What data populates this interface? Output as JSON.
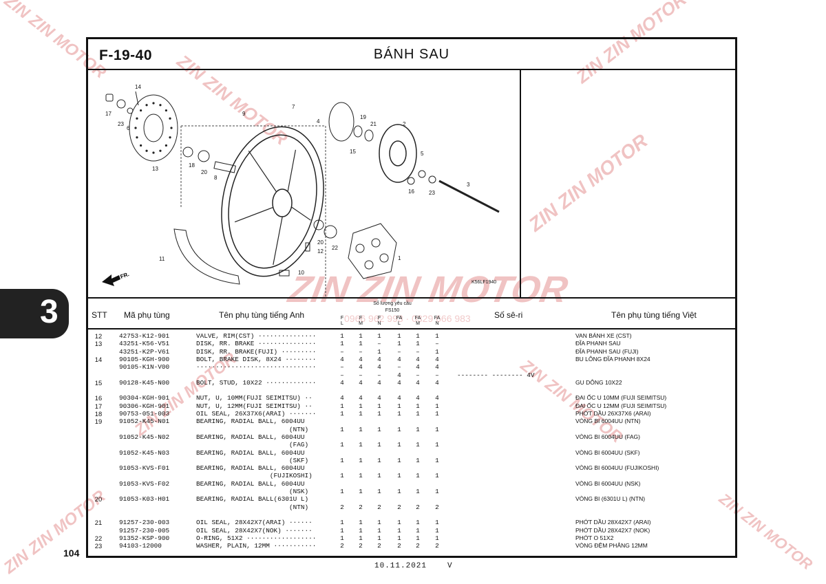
{
  "header": {
    "code": "F-19-40",
    "title": "BÁNH SAU"
  },
  "diagram": {
    "image_code": "K56LF1940",
    "direction_label": "FR.",
    "callouts": [
      "17",
      "23",
      "6",
      "14",
      "13",
      "9",
      "18",
      "20",
      "8",
      "7",
      "4",
      "19",
      "21",
      "15",
      "2",
      "5",
      "16",
      "23",
      "3",
      "20",
      "22",
      "12",
      "11",
      "10",
      "1"
    ]
  },
  "table": {
    "headers": {
      "stt": "STT",
      "part_no": "Mã phụ tùng",
      "name_en": "Tên phụ tùng tiếng Anh",
      "qty": "Số lượng yêu cầu",
      "model": "FS150",
      "serial": "Số sê-ri",
      "name_vn": "Tên phụ tùng tiếng Việt"
    },
    "qty_cols": [
      "F L",
      "F M",
      "F N",
      "FA L",
      "FA M",
      "FA N"
    ],
    "rows": [
      {
        "stt": "12",
        "pn": "42753-K12-901",
        "en": "VALVE, RIM(CST) ···············",
        "q": [
          "1",
          "1",
          "1",
          "1",
          "1",
          "1"
        ],
        "ser": "",
        "vn": "VAN BÁNH XE (CST)"
      },
      {
        "stt": "13",
        "pn": "43251-K56-V51",
        "en": "DISK, RR. BRAKE ···············",
        "q": [
          "1",
          "1",
          "–",
          "1",
          "1",
          "–"
        ],
        "ser": "",
        "vn": "ĐĨA PHANH SAU"
      },
      {
        "stt": "",
        "pn": "43251-K2P-V61",
        "en": "DISK, RR. BRAKE(FUJI) ·········",
        "q": [
          "–",
          "–",
          "1",
          "–",
          "–",
          "1"
        ],
        "ser": "",
        "vn": "ĐĨA PHANH SAU (FUJI)"
      },
      {
        "stt": "14",
        "pn": "90105-KGH-900",
        "en": "BOLT, BRAKE DISK, 8X24 ········",
        "q": [
          "4",
          "4",
          "4",
          "4",
          "4",
          "4"
        ],
        "ser": "",
        "vn": "BU LÔNG ĐĨA PHANH 8X24"
      },
      {
        "stt": "",
        "pn": "90105-K1N-V00",
        "en": "·······························",
        "q": [
          "–",
          "4",
          "4",
          "–",
          "4",
          "4"
        ],
        "ser": "",
        "vn": ""
      },
      {
        "stt": "",
        "pn": "",
        "en": "",
        "q": [
          "–",
          "–",
          "–",
          "4",
          "–",
          "–"
        ],
        "ser": "-------- -------- 4V",
        "vn": ""
      },
      {
        "stt": "15",
        "pn": "90128-K45-N00",
        "en": "BOLT, STUD, 10X22 ·············",
        "q": [
          "4",
          "4",
          "4",
          "4",
          "4",
          "4"
        ],
        "ser": "",
        "vn": "GU DÔNG 10X22"
      },
      {
        "stt": "",
        "pn": "",
        "en": "",
        "q": [
          "",
          "",
          "",
          "",
          "",
          ""
        ],
        "ser": "",
        "vn": ""
      },
      {
        "stt": "16",
        "pn": "90304-KGH-901",
        "en": "NUT, U, 10MM(FUJI SEIMITSU) ··",
        "q": [
          "4",
          "4",
          "4",
          "4",
          "4",
          "4"
        ],
        "ser": "",
        "vn": "ĐAI ỐC U 10MM (FUJI SEIMITSU)"
      },
      {
        "stt": "17",
        "pn": "90306-KGH-901",
        "en": "NUT, U, 12MM(FUJI SEIMITSU) ··",
        "q": [
          "1",
          "1",
          "1",
          "1",
          "1",
          "1"
        ],
        "ser": "",
        "vn": "ĐAI ỐC U 12MM (FUJI SEIMITSU)"
      },
      {
        "stt": "18",
        "pn": "90753-051-003",
        "en": "OIL SEAL, 26X37X6(ARAI) ·······",
        "q": [
          "1",
          "1",
          "1",
          "1",
          "1",
          "1"
        ],
        "ser": "",
        "vn": "PHỚT DẦU 26X37X6 (ARAI)"
      },
      {
        "stt": "19",
        "pn": "91052-K45-N01",
        "en": "BEARING, RADIAL BALL, 6004UU",
        "q": [
          "",
          "",
          "",
          "",
          "",
          ""
        ],
        "ser": "",
        "vn": "VÒNG BI 6004UU (NTN)"
      },
      {
        "stt": "",
        "pn": "",
        "en": "                        (NTN)",
        "q": [
          "1",
          "1",
          "1",
          "1",
          "1",
          "1"
        ],
        "ser": "",
        "vn": ""
      },
      {
        "stt": "",
        "pn": "91052-K45-N02",
        "en": "BEARING, RADIAL BALL, 6004UU",
        "q": [
          "",
          "",
          "",
          "",
          "",
          ""
        ],
        "ser": "",
        "vn": "VÒNG BI 6004UU (FAG)"
      },
      {
        "stt": "",
        "pn": "",
        "en": "                        (FAG)",
        "q": [
          "1",
          "1",
          "1",
          "1",
          "1",
          "1"
        ],
        "ser": "",
        "vn": ""
      },
      {
        "stt": "",
        "pn": "91052-K45-N03",
        "en": "BEARING, RADIAL BALL, 6004UU",
        "q": [
          "",
          "",
          "",
          "",
          "",
          ""
        ],
        "ser": "",
        "vn": "VÒNG BI 6004UU (SKF)"
      },
      {
        "stt": "",
        "pn": "",
        "en": "                        (SKF)",
        "q": [
          "1",
          "1",
          "1",
          "1",
          "1",
          "1"
        ],
        "ser": "",
        "vn": ""
      },
      {
        "stt": "",
        "pn": "91053-KVS-F01",
        "en": "BEARING, RADIAL BALL, 6004UU",
        "q": [
          "",
          "",
          "",
          "",
          "",
          ""
        ],
        "ser": "",
        "vn": "VÒNG BI 6004UU (FUJIKOSHI)"
      },
      {
        "stt": "",
        "pn": "",
        "en": "                   (FUJIKOSHI)",
        "q": [
          "1",
          "1",
          "1",
          "1",
          "1",
          "1"
        ],
        "ser": "",
        "vn": ""
      },
      {
        "stt": "",
        "pn": "91053-KVS-F02",
        "en": "BEARING, RADIAL BALL, 6004UU",
        "q": [
          "",
          "",
          "",
          "",
          "",
          ""
        ],
        "ser": "",
        "vn": "VÒNG BI 6004UU (NSK)"
      },
      {
        "stt": "",
        "pn": "",
        "en": "                        (NSK)",
        "q": [
          "1",
          "1",
          "1",
          "1",
          "1",
          "1"
        ],
        "ser": "",
        "vn": ""
      },
      {
        "stt": "20",
        "pn": "91053-K03-H01",
        "en": "BEARING, RADIAL BALL(6301U L)",
        "q": [
          "",
          "",
          "",
          "",
          "",
          ""
        ],
        "ser": "",
        "vn": "VÒNG BI (6301U L) (NTN)"
      },
      {
        "stt": "",
        "pn": "",
        "en": "                        (NTN)",
        "q": [
          "2",
          "2",
          "2",
          "2",
          "2",
          "2"
        ],
        "ser": "",
        "vn": ""
      },
      {
        "stt": "",
        "pn": "",
        "en": "",
        "q": [
          "",
          "",
          "",
          "",
          "",
          ""
        ],
        "ser": "",
        "vn": ""
      },
      {
        "stt": "21",
        "pn": "91257-230-003",
        "en": "OIL SEAL, 28X42X7(ARAI) ······",
        "q": [
          "1",
          "1",
          "1",
          "1",
          "1",
          "1"
        ],
        "ser": "",
        "vn": "PHỚT DẦU 28X42X7 (ARAI)"
      },
      {
        "stt": "",
        "pn": "91257-230-005",
        "en": "OIL SEAL, 28X42X7(NOK) ·······",
        "q": [
          "1",
          "1",
          "1",
          "1",
          "1",
          "1"
        ],
        "ser": "",
        "vn": "PHỚT DẦU 28X42X7 (NOK)"
      },
      {
        "stt": "22",
        "pn": "91352-KSP-900",
        "en": "O-RING, 51X2 ··················",
        "q": [
          "1",
          "1",
          "1",
          "1",
          "1",
          "1"
        ],
        "ser": "",
        "vn": "PHỚT O 51X2"
      },
      {
        "stt": "23",
        "pn": "94103-12000",
        "en": "WASHER, PLAIN, 12MM ···········",
        "q": [
          "2",
          "2",
          "2",
          "2",
          "2",
          "2"
        ],
        "ser": "",
        "vn": "VÒNG ĐỆM PHẲNG 12MM"
      }
    ]
  },
  "side_tab": {
    "number": "3"
  },
  "page": {
    "number": "104",
    "date": "10.11.2021",
    "version": "V"
  },
  "watermark": {
    "brand": "ZIN ZIN MOTOR",
    "phone": "0966 962 993 · 0329 666 983"
  },
  "colors": {
    "watermark": "#c82828",
    "ink": "#111111"
  }
}
